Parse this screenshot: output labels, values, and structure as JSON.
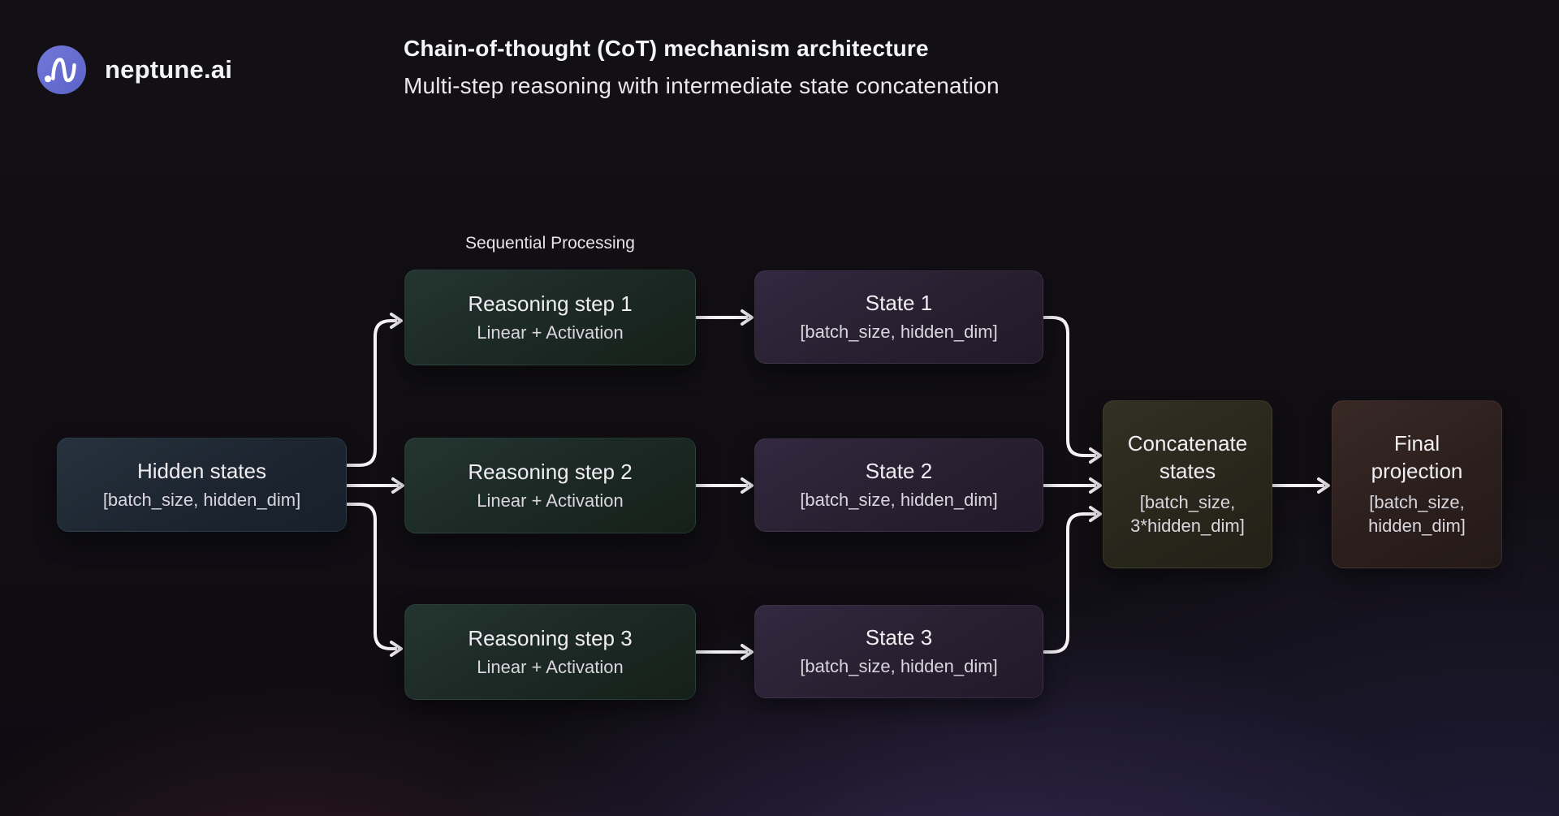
{
  "brand": {
    "name": "neptune.ai",
    "logo_icon": "wave-icon",
    "logo_color": "#666dd2"
  },
  "header": {
    "title": "Chain-of-thought (CoT) mechanism architecture",
    "subtitle": "Multi-step reasoning with intermediate state concatenation"
  },
  "diagram": {
    "section_label": "Sequential Processing",
    "nodes": {
      "hidden_states": {
        "title": "Hidden states",
        "subtitle": "[batch_size, hidden_dim]"
      },
      "reasoning_step_1": {
        "title": "Reasoning step 1",
        "subtitle": "Linear + Activation"
      },
      "reasoning_step_2": {
        "title": "Reasoning step 2",
        "subtitle": "Linear + Activation"
      },
      "reasoning_step_3": {
        "title": "Reasoning step 3",
        "subtitle": "Linear + Activation"
      },
      "state_1": {
        "title": "State 1",
        "subtitle": "[batch_size, hidden_dim]"
      },
      "state_2": {
        "title": "State 2",
        "subtitle": "[batch_size, hidden_dim]"
      },
      "state_3": {
        "title": "State 3",
        "subtitle": "[batch_size, hidden_dim]"
      },
      "concatenate": {
        "title": "Concatenate states",
        "subtitle": "[batch_size, 3*hidden_dim]"
      },
      "final_projection": {
        "title": "Final projection",
        "subtitle": "[batch_size, hidden_dim]"
      }
    },
    "colors": {
      "arrow": "#f6f4f7",
      "hidden_box": "#1f2933",
      "reasoning_box": "#1e2b27",
      "state_box": "#2b2232",
      "concat_box": "#2b2a1f",
      "final_box": "#2f2321",
      "background": "#100e13"
    }
  }
}
